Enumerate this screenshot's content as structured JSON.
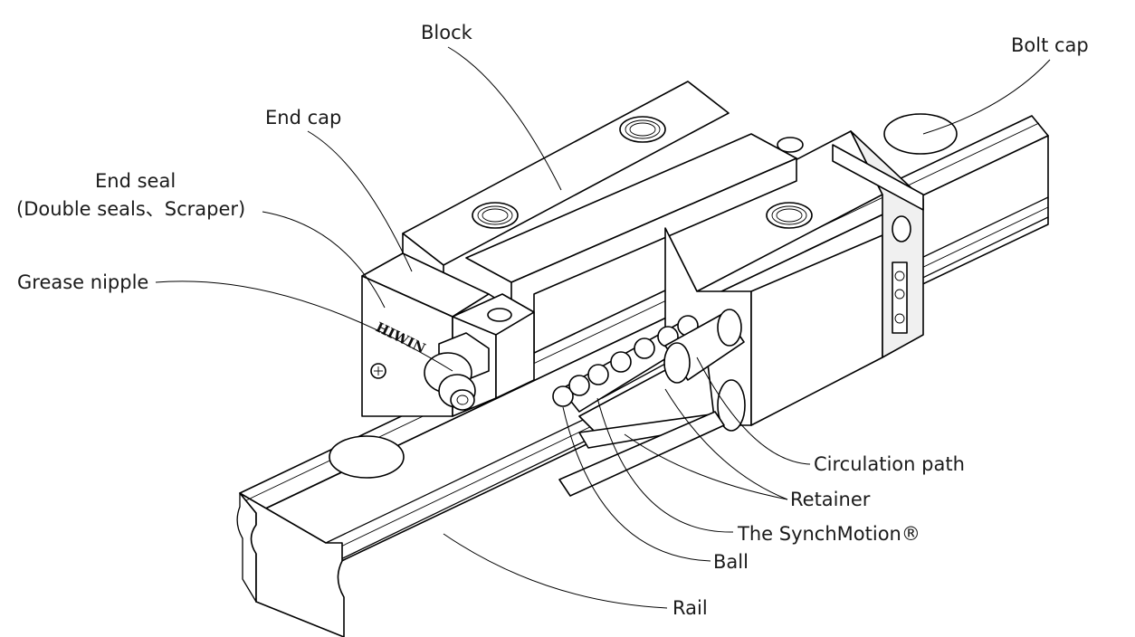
{
  "labels": {
    "block": "Block",
    "bolt_cap": "Bolt cap",
    "end_cap": "End cap",
    "end_seal": "End seal",
    "end_seal_detail": "(Double seals、Scraper)",
    "grease_nipple": "Grease nipple",
    "circulation_path": "Circulation path",
    "retainer": "Retainer",
    "synchmotion": "The SynchMotion®",
    "ball": "Ball",
    "rail": "Rail"
  },
  "brand": {
    "end_cap_logo": "HIWIN"
  }
}
